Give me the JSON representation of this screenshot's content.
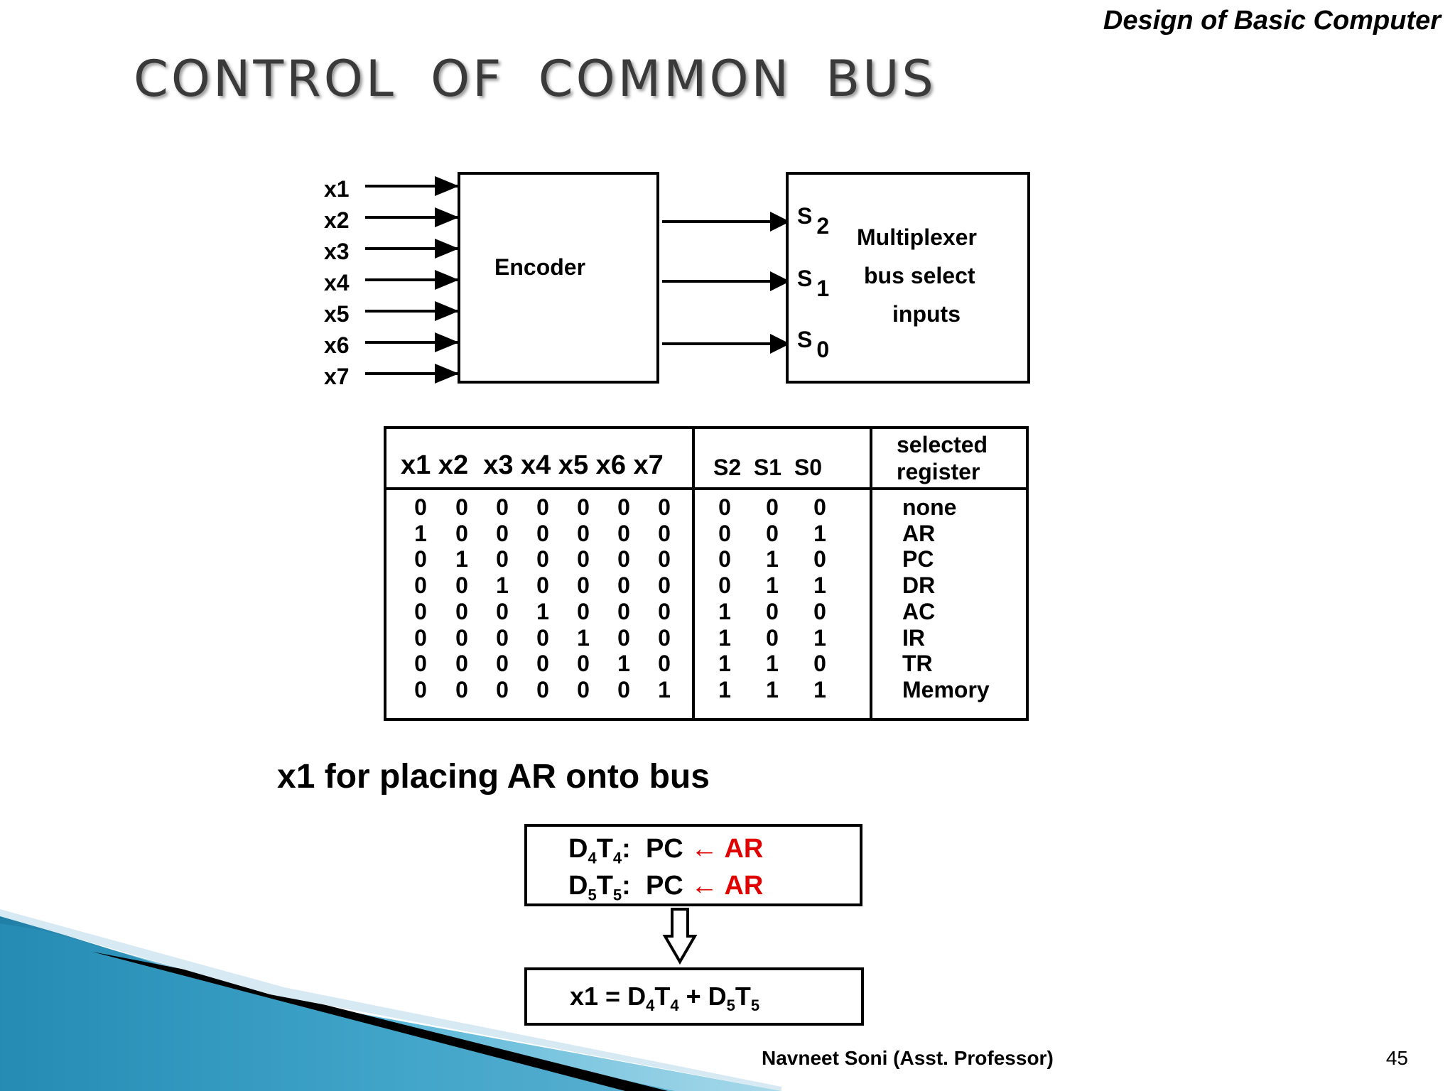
{
  "header": {
    "course_title": "Design of Basic Computer",
    "slide_title": "CONTROL OF COMMON BUS"
  },
  "diagram": {
    "inputs": [
      "x1",
      "x2",
      "x3",
      "x4",
      "x5",
      "x6",
      "x7"
    ],
    "encoder_label": "Encoder",
    "mux_lines": [
      "Multiplexer",
      "bus select",
      "inputs"
    ],
    "selects": [
      {
        "letter": "S",
        "sub": "2"
      },
      {
        "letter": "S",
        "sub": "1"
      },
      {
        "letter": "S",
        "sub": "0"
      }
    ]
  },
  "table": {
    "x_header": "x1 x2  x3 x4 x5 x6 x7",
    "s_header": "S2  S1  S0",
    "reg_header_line1": "selected",
    "reg_header_line2": "register",
    "rows": [
      {
        "x": [
          "0",
          "0",
          "0",
          "0",
          "0",
          "0",
          "0"
        ],
        "s": [
          "0",
          "0",
          "0"
        ],
        "reg": "none"
      },
      {
        "x": [
          "1",
          "0",
          "0",
          "0",
          "0",
          "0",
          "0"
        ],
        "s": [
          "0",
          "0",
          "1"
        ],
        "reg": "AR"
      },
      {
        "x": [
          "0",
          "1",
          "0",
          "0",
          "0",
          "0",
          "0"
        ],
        "s": [
          "0",
          "1",
          "0"
        ],
        "reg": "PC"
      },
      {
        "x": [
          "0",
          "0",
          "1",
          "0",
          "0",
          "0",
          "0"
        ],
        "s": [
          "0",
          "1",
          "1"
        ],
        "reg": "DR"
      },
      {
        "x": [
          "0",
          "0",
          "0",
          "1",
          "0",
          "0",
          "0"
        ],
        "s": [
          "1",
          "0",
          "0"
        ],
        "reg": "AC"
      },
      {
        "x": [
          "0",
          "0",
          "0",
          "0",
          "1",
          "0",
          "0"
        ],
        "s": [
          "1",
          "0",
          "1"
        ],
        "reg": "IR"
      },
      {
        "x": [
          "0",
          "0",
          "0",
          "0",
          "0",
          "1",
          "0"
        ],
        "s": [
          "1",
          "1",
          "0"
        ],
        "reg": "TR"
      },
      {
        "x": [
          "0",
          "0",
          "0",
          "0",
          "0",
          "0",
          "1"
        ],
        "s": [
          "1",
          "1",
          "1"
        ],
        "reg": "Memory"
      }
    ]
  },
  "subtitle": "x1 for placing AR onto bus",
  "statements": [
    {
      "d": "D",
      "d_sub": "4",
      "t": "T",
      "t_sub": "4",
      "colon": ":",
      "dest": "PC",
      "arrow": "←",
      "src": "AR"
    },
    {
      "d": "D",
      "d_sub": "5",
      "t": "T",
      "t_sub": "5",
      "colon": ":",
      "dest": "PC",
      "arrow": "←",
      "src": "AR"
    }
  ],
  "equation": {
    "lhs": "x1 =",
    "t1_d": "D",
    "t1_d_sub": "4",
    "t1_t": "T",
    "t1_t_sub": "4",
    "plus": "+",
    "t2_d": "D",
    "t2_d_sub": "5",
    "t2_t": "T",
    "t2_t_sub": "5"
  },
  "footer": {
    "author": "Navneet Soni (Asst. Professor)",
    "page": "45"
  }
}
